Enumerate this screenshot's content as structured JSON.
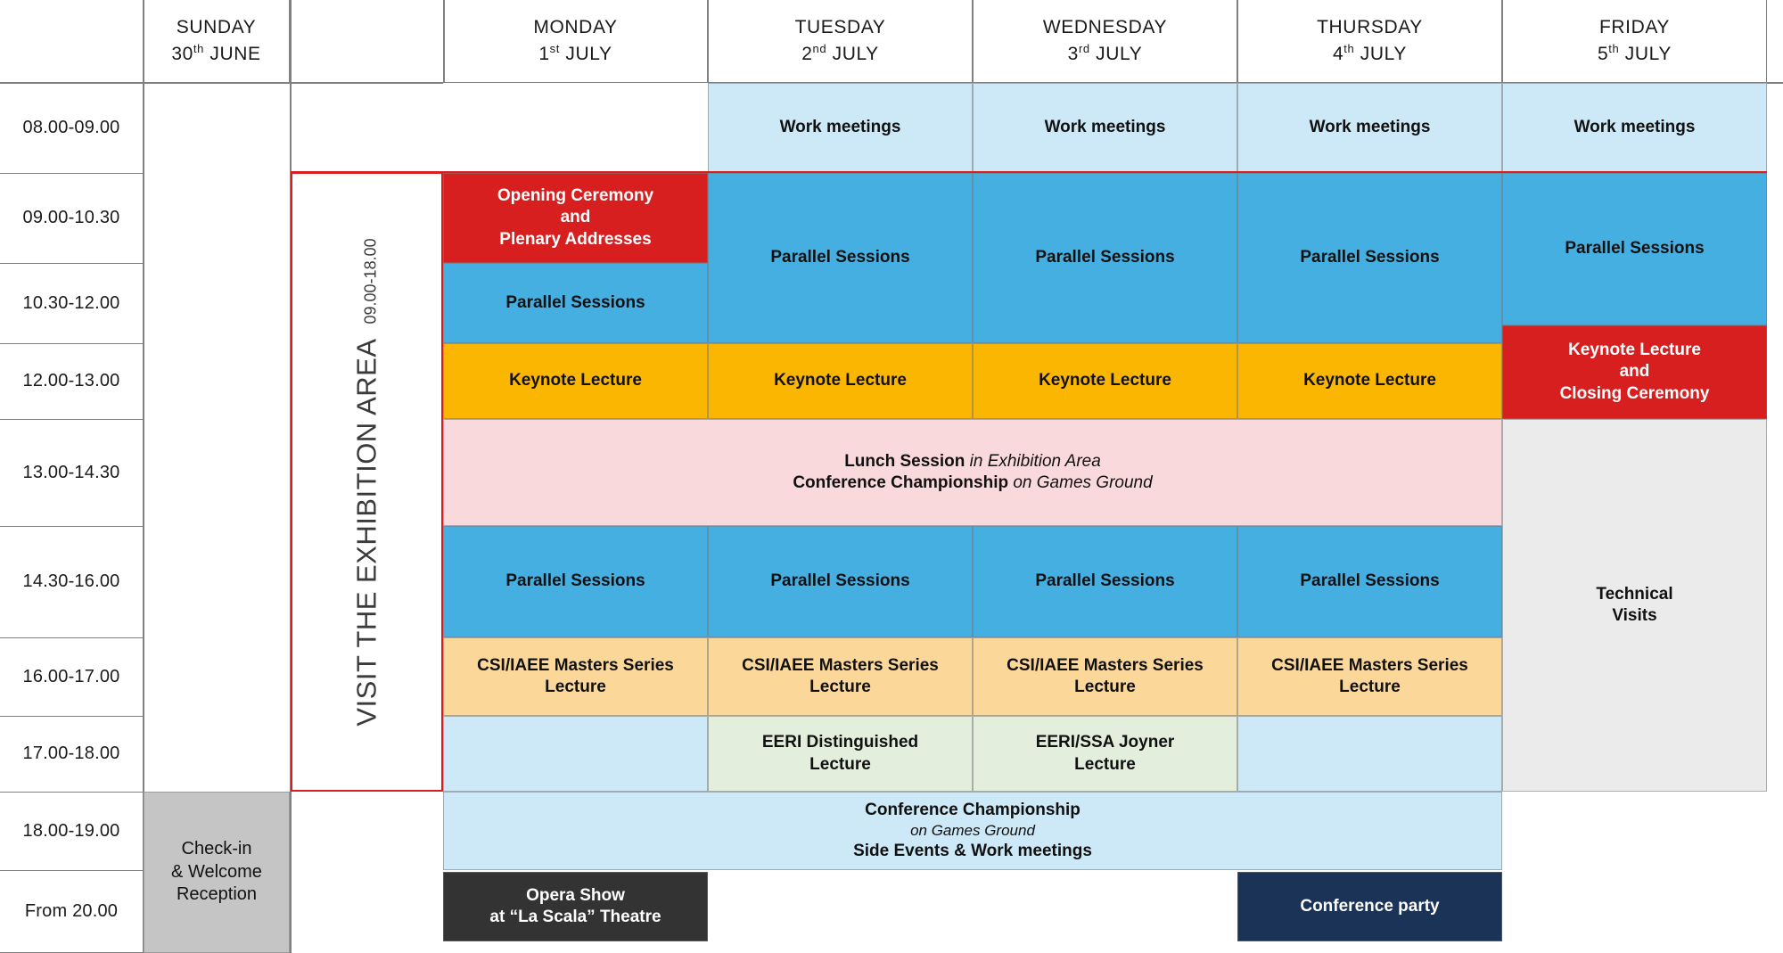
{
  "meta": {
    "title": "Conference Programme Overview",
    "colors": {
      "red": "#d81f20",
      "blue": "#45afe2",
      "light_blue": "#cde8f7",
      "orange": "#fab600",
      "light_orange": "#fbd79a",
      "pink": "#fad9dd",
      "green": "#e4eedd",
      "grey": "#ebebeb",
      "dark_grey": "#c5c5c5",
      "black": "#333333",
      "navy": "#1b3356",
      "rule": "#808080"
    }
  },
  "days": [
    {
      "name": "SUNDAY",
      "ordinal_num": "30",
      "ordinal_suffix": "th",
      "month": "JUNE"
    },
    {
      "name": "MONDAY",
      "ordinal_num": "1",
      "ordinal_suffix": "st",
      "month": "JULY"
    },
    {
      "name": "TUESDAY",
      "ordinal_num": "2",
      "ordinal_suffix": "nd",
      "month": "JULY"
    },
    {
      "name": "WEDNESDAY",
      "ordinal_num": "3",
      "ordinal_suffix": "rd",
      "month": "JULY"
    },
    {
      "name": "THURSDAY",
      "ordinal_num": "4",
      "ordinal_suffix": "th",
      "month": "JULY"
    },
    {
      "name": "FRIDAY",
      "ordinal_num": "5",
      "ordinal_suffix": "th",
      "month": "JULY"
    }
  ],
  "times": [
    "08.00-09.00",
    "09.00-10.30",
    "10.30-12.00",
    "12.00-13.00",
    "13.00-14.30",
    "14.30-16.00",
    "16.00-17.00",
    "17.00-18.00",
    "18.00-19.00",
    "From 20.00"
  ],
  "exhibition": {
    "title": "VISIT THE EXHIBITION AREA",
    "hours": "09.00-18.00"
  },
  "events": {
    "work_meetings": "Work meetings",
    "opening_l1": "Opening Ceremony",
    "opening_l2": "and",
    "opening_l3": "Plenary Addresses",
    "parallel_sessions": "Parallel Sessions",
    "keynote_lecture": "Keynote Lecture",
    "keynote_closing_l1": "Keynote Lecture",
    "keynote_closing_l2": "and",
    "keynote_closing_l3": "Closing Ceremony",
    "lunch_title": "Lunch Session",
    "lunch_sub": "in Exhibition Area",
    "champ_title": "Conference Championship",
    "champ_sub": "on Games Ground",
    "masters_l1": "CSI/IAEE Masters Series",
    "masters_l2": "Lecture",
    "eeri_dist_l1": "EERI Distinguished",
    "eeri_dist_l2": "Lecture",
    "eeri_joyner_l1": "EERI/SSA Joyner",
    "eeri_joyner_l2": "Lecture",
    "evening_champ": "Conference Championship",
    "evening_champ_sub": "on Games Ground",
    "evening_side": "Side Events & Work meetings",
    "technical_visits_l1": "Technical",
    "technical_visits_l2": "Visits",
    "checkin_l1": "Check-in",
    "checkin_l2": "& Welcome",
    "checkin_l3": "Reception",
    "opera_l1": "Opera Show",
    "opera_l2": "at “La Scala” Theatre",
    "conference_party": "Conference party"
  }
}
